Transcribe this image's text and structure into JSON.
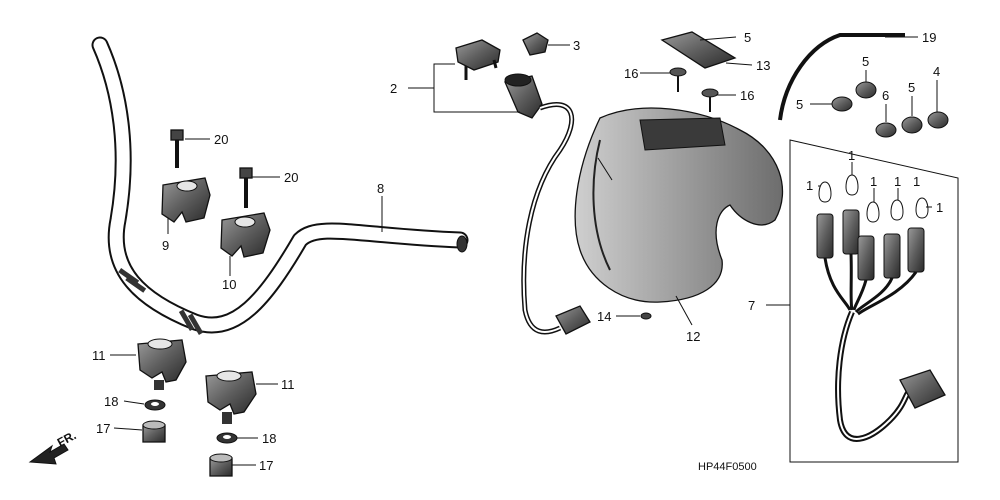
{
  "diagram_code": "HP44F0500",
  "direction_label": "FR.",
  "callouts": {
    "c1a": "1",
    "c1b": "1",
    "c1c": "1",
    "c1d": "1",
    "c1e": "1",
    "c1f": "1",
    "c2": "2",
    "c3": "3",
    "c4": "4",
    "c5a": "5",
    "c5b": "5",
    "c5c": "5",
    "c5d": "5",
    "c6": "6",
    "c7": "7",
    "c8": "8",
    "c9": "9",
    "c10": "10",
    "c11a": "11",
    "c11b": "11",
    "c12": "12",
    "c13": "13",
    "c14": "14",
    "c16a": "16",
    "c16b": "16",
    "c17a": "17",
    "c17b": "17",
    "c18a": "18",
    "c18b": "18",
    "c19": "19",
    "c20a": "20",
    "c20b": "20"
  }
}
